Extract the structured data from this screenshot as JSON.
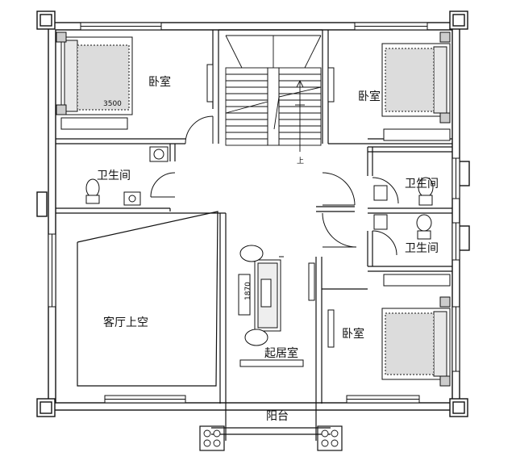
{
  "floor_plan": {
    "rooms": {
      "bedroom_top_left": "卧室",
      "bedroom_top_right": "卧室",
      "bedroom_bottom_right": "卧室",
      "bathroom_left": "卫生间",
      "bathroom_right_upper": "卫生间",
      "bathroom_right_lower": "卫生间",
      "living_void": "客厅上空",
      "family_room": "起居室",
      "balcony": "阳台"
    },
    "stair_up_mark": "上",
    "dimension_marks": {
      "bed_top_left": "3500",
      "family_room_sofa": "1870"
    }
  }
}
